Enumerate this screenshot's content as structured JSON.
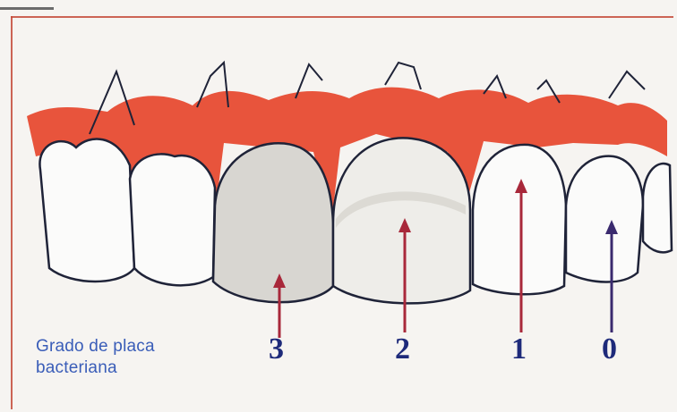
{
  "caption": {
    "line1": "Grado de placa",
    "line2": "bacteriana"
  },
  "grades": [
    {
      "label": "3"
    },
    {
      "label": "2"
    },
    {
      "label": "1"
    },
    {
      "label": "0"
    }
  ],
  "colors": {
    "gum": "#e6452c",
    "plaque": "#d9d6d0",
    "outline": "#1f2338",
    "arrow": "#a8283a",
    "arrow_dark": "#3a2a6e",
    "caption": "#3a5db8",
    "numbers": "#1e2a7a"
  }
}
